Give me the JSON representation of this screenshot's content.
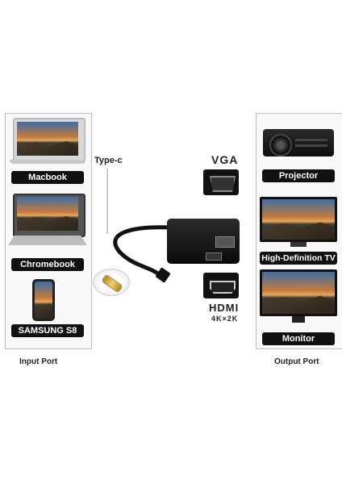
{
  "inputs": [
    {
      "label": "Macbook",
      "icon": "laptop-macbook-icon"
    },
    {
      "label": "Chromebook",
      "icon": "laptop-chromebook-icon"
    },
    {
      "label": "SAMSUNG S8",
      "icon": "smartphone-icon"
    }
  ],
  "outputs": [
    {
      "label": "Projector",
      "icon": "projector-icon"
    },
    {
      "label": "High-Definition TV",
      "icon": "tv-icon"
    },
    {
      "label": "Monitor",
      "icon": "monitor-icon"
    }
  ],
  "connector": {
    "label": "Type-c"
  },
  "ports": {
    "vga": {
      "label": "VGA"
    },
    "hdmi": {
      "label": "HDMI",
      "sub": "4K×2K"
    }
  },
  "captions": {
    "input": "Input Port",
    "output": "Output Port"
  }
}
